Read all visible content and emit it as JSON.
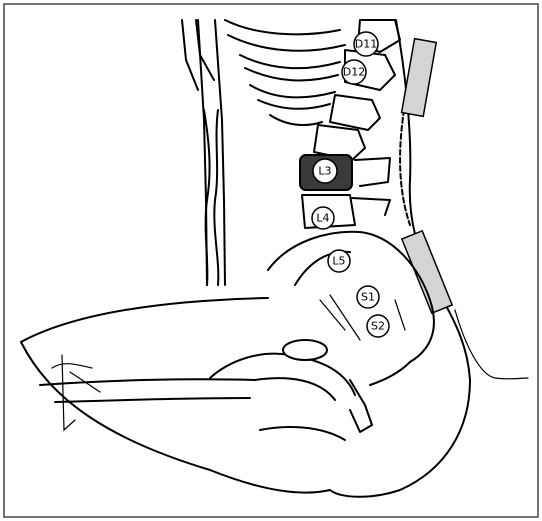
{
  "figure": {
    "frame_color": "#444444",
    "ink_color": "#000000",
    "highlight_color": "#3a3a3a",
    "pad_color": "#d4d4d4"
  },
  "labels": {
    "d11": "D11",
    "d12": "D12",
    "l3": "L3",
    "l4": "L4",
    "l5": "L5",
    "s1": "S1",
    "s2": "S2"
  }
}
